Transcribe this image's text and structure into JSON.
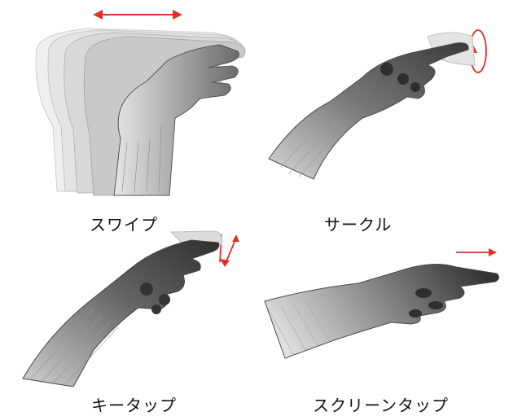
{
  "figure": {
    "panels": [
      {
        "id": "swipe",
        "caption": "スワイプ",
        "motion_icon": "double-headed-horizontal-arrow"
      },
      {
        "id": "circle",
        "caption": "サークル",
        "motion_icon": "circular-arrow"
      },
      {
        "id": "keytap",
        "caption": "キータップ",
        "motion_icon": "downward-arrow"
      },
      {
        "id": "screentap",
        "caption": "スクリーンタップ",
        "motion_icon": "rightward-arrow"
      }
    ]
  },
  "colors": {
    "arrow": "#e0302a",
    "hand_dark": "#3a3a3a",
    "hand_mid": "#7a7a7a",
    "hand_light": "#cfcfcf",
    "caption": "#111111"
  }
}
